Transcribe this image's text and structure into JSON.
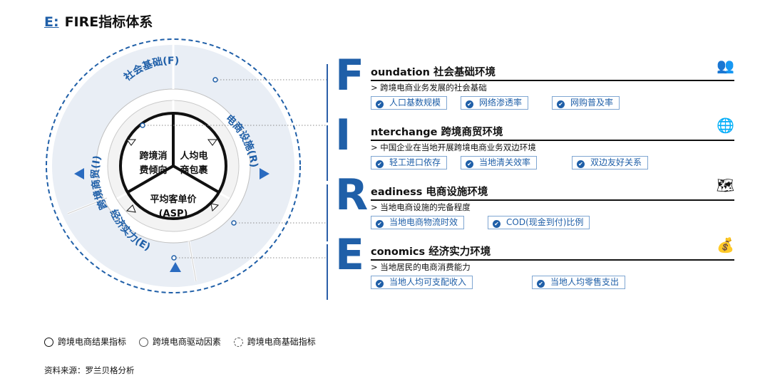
{
  "title": {
    "prefix": "E:",
    "text": "FIRE指标体系"
  },
  "diagram": {
    "outer_labels": {
      "top": "社会基础(F)",
      "left": "跨境商贸(I)",
      "right": "电商设施(R)",
      "bottom": "经济实力(E)"
    },
    "inner_labels": {
      "left": [
        "跨境消",
        "费倾向"
      ],
      "right": [
        "人均电",
        "商包裹"
      ],
      "bottom": [
        "平均客单价",
        "(ASP)"
      ]
    },
    "colors": {
      "accent": "#1f5fa8",
      "ring": "#e8edf4"
    }
  },
  "sections": [
    {
      "letter": "F",
      "heading": "oundation 社会基础环境",
      "sub": "> 跨境电商业务发展的社会基础",
      "icon": "people-group-icon",
      "icon_glyph": "👥",
      "tags": [
        "人口基数规模",
        "网络渗透率",
        "网购普及率"
      ]
    },
    {
      "letter": "I",
      "heading": "nterchange 跨境商贸环境",
      "sub": "> 中国企业在当地开展跨境电商业务双边环境",
      "icon": "globe-icon",
      "icon_glyph": "🌐",
      "tags": [
        "轻工进口依存",
        "当地清关效率",
        "双边友好关系"
      ]
    },
    {
      "letter": "R",
      "heading": "eadiness 电商设施环境",
      "sub": "> 当地电商设施的完备程度",
      "icon": "map-pin-icon",
      "icon_glyph": "🗺",
      "tags": [
        "当地电商物流时效",
        "COD(现金到付)比例"
      ]
    },
    {
      "letter": "E",
      "heading": "conomics 经济实力环境",
      "sub": "> 当地居民的电商消费能力",
      "icon": "money-bag-icon",
      "icon_glyph": "💰",
      "tags": [
        "当地人均可支配收入",
        "当地人均零售支出"
      ]
    }
  ],
  "legend": [
    {
      "label": "跨境电商结果指标",
      "style": "solid"
    },
    {
      "label": "跨境电商驱动因素",
      "style": "thin"
    },
    {
      "label": "跨境电商基础指标",
      "style": "dashed"
    }
  ],
  "source": "资料来源：罗兰贝格分析"
}
